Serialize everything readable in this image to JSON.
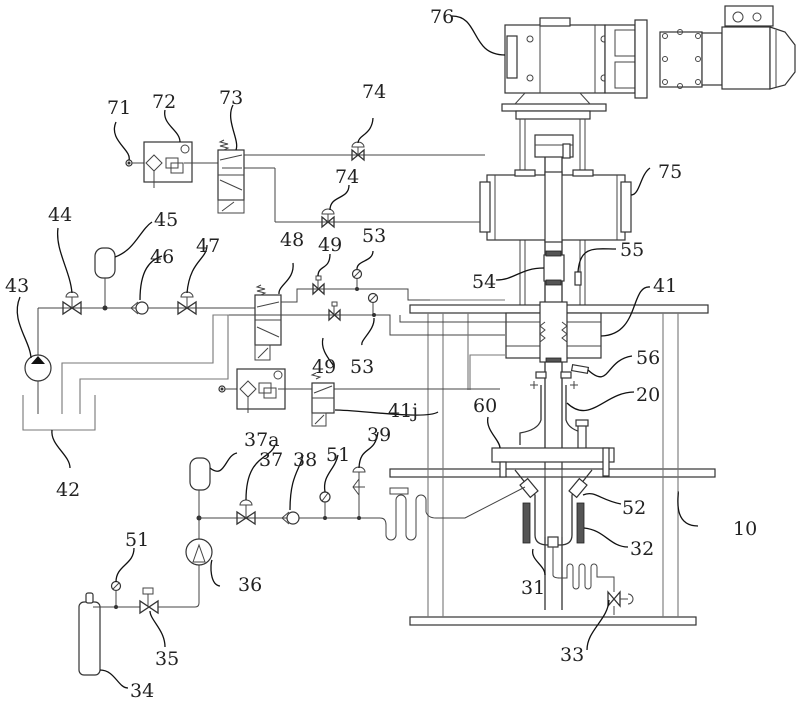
{
  "figure": {
    "type": "patent-schematic",
    "description": "Reaction test apparatus with gas supply, hydraulic circuit, pneumatic circuit, motor drive and reactor"
  },
  "labels": {
    "l76": "76",
    "l75": "75",
    "l71": "71",
    "l72": "72",
    "l73": "73",
    "l74a": "74",
    "l74b": "74",
    "l44": "44",
    "l45": "45",
    "l46": "46",
    "l47": "47",
    "l43": "43",
    "l48": "48",
    "l49a": "49",
    "l49b": "49",
    "l53a": "53",
    "l53b": "53",
    "l54": "54",
    "l55": "55",
    "l41": "41",
    "l56": "56",
    "l20": "20",
    "l41j": "41j",
    "l42": "42",
    "l60": "60",
    "l37a": "37a",
    "l37": "37",
    "l38": "38",
    "l51a": "51",
    "l39": "39",
    "l52": "52",
    "l10": "10",
    "l32": "32",
    "l31": "31",
    "l36": "36",
    "l51b": "51",
    "l35": "35",
    "l33": "33",
    "l34": "34"
  },
  "components": [
    {
      "id": "10",
      "name": "frame"
    },
    {
      "id": "20",
      "name": "shaft-housing"
    },
    {
      "id": "31",
      "name": "reactor-vessel"
    },
    {
      "id": "32",
      "name": "heater"
    },
    {
      "id": "33",
      "name": "drain-valve"
    },
    {
      "id": "34",
      "name": "gas-cylinder"
    },
    {
      "id": "35",
      "name": "cylinder-valve"
    },
    {
      "id": "36",
      "name": "compressor"
    },
    {
      "id": "37",
      "name": "gas-valve"
    },
    {
      "id": "37a",
      "name": "gas-buffer-tank"
    },
    {
      "id": "38",
      "name": "check-valve"
    },
    {
      "id": "39",
      "name": "relief-valve"
    },
    {
      "id": "41",
      "name": "hydraulic-cylinder"
    },
    {
      "id": "41j",
      "name": "solenoid-valve"
    },
    {
      "id": "42",
      "name": "oil-tank"
    },
    {
      "id": "43",
      "name": "hydraulic-pump"
    },
    {
      "id": "44",
      "name": "valve"
    },
    {
      "id": "45",
      "name": "accumulator"
    },
    {
      "id": "46",
      "name": "check-valve"
    },
    {
      "id": "47",
      "name": "valve"
    },
    {
      "id": "48",
      "name": "directional-valve"
    },
    {
      "id": "49",
      "name": "throttle-valve"
    },
    {
      "id": "51",
      "name": "pressure-gauge"
    },
    {
      "id": "52",
      "name": "sensor"
    },
    {
      "id": "53",
      "name": "pressure-gauge"
    },
    {
      "id": "54",
      "name": "coupling"
    },
    {
      "id": "55",
      "name": "sensor"
    },
    {
      "id": "56",
      "name": "sensor"
    },
    {
      "id": "60",
      "name": "flange-plate"
    },
    {
      "id": "71",
      "name": "air-source"
    },
    {
      "id": "72",
      "name": "frl-unit"
    },
    {
      "id": "73",
      "name": "directional-valve"
    },
    {
      "id": "74",
      "name": "valve"
    },
    {
      "id": "75",
      "name": "pneumatic-actuator"
    },
    {
      "id": "76",
      "name": "gear-motor"
    }
  ]
}
